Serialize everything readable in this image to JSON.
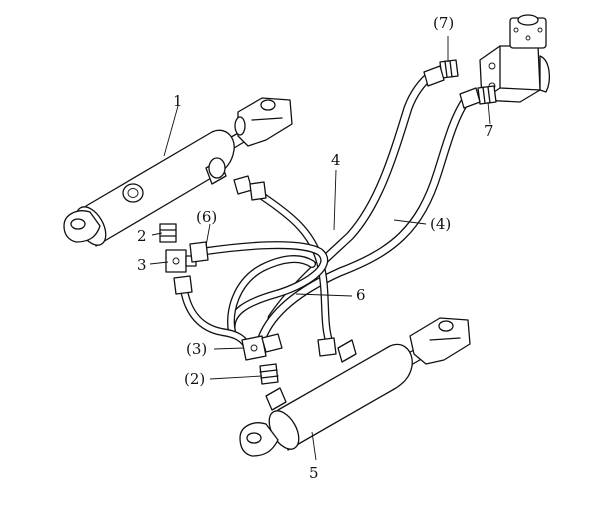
{
  "labels": {
    "l1": "1",
    "l2a": "2",
    "l3a": "3",
    "l4": "4",
    "l5": "5",
    "l6": "6",
    "l7": "7",
    "l2b": "(2)",
    "l3b": "(3)",
    "l4b": "(4)",
    "l6b": "(6)",
    "l7b": "(7)"
  }
}
